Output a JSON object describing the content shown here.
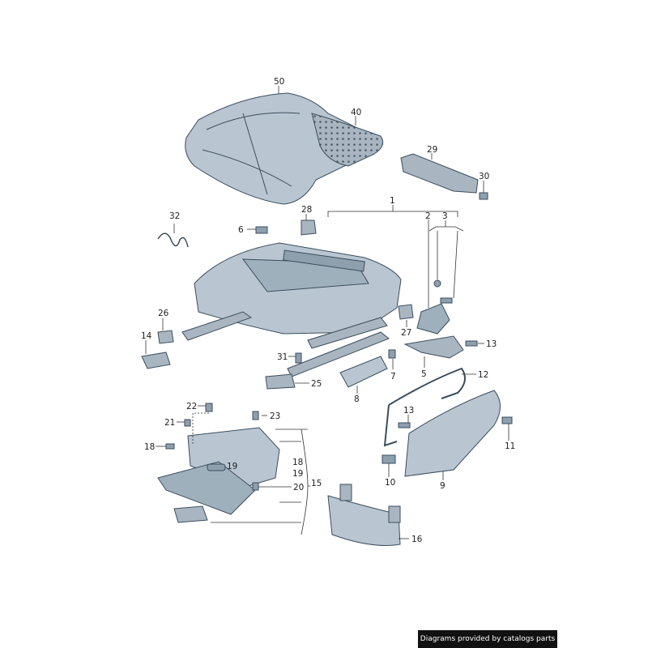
{
  "labels": {
    "p1": "1",
    "p2": "2",
    "p3": "3",
    "p5": "5",
    "p6": "6",
    "p7": "7",
    "p8": "8",
    "p9": "9",
    "p10": "10",
    "p11": "11",
    "p12": "12",
    "p13a": "13",
    "p13b": "13",
    "p14": "14",
    "p15": "15",
    "p16": "16",
    "p18a": "18",
    "p18b": "18",
    "p19a": "19",
    "p19b": "19",
    "p20": "20",
    "p21": "21",
    "p22": "22",
    "p23": "23",
    "p25": "25",
    "p26": "26",
    "p27": "27",
    "p28": "28",
    "p29": "29",
    "p30": "30",
    "p31": "31",
    "p32": "32",
    "p40": "40",
    "p50": "50"
  },
  "footer": {
    "credit": "Diagrams provided by catalogs parts"
  },
  "colors": {
    "part_fill": "#b9c6d1",
    "part_dark": "#8ea0ae",
    "outline": "#3b4d5c",
    "credit_bg": "#111111"
  }
}
